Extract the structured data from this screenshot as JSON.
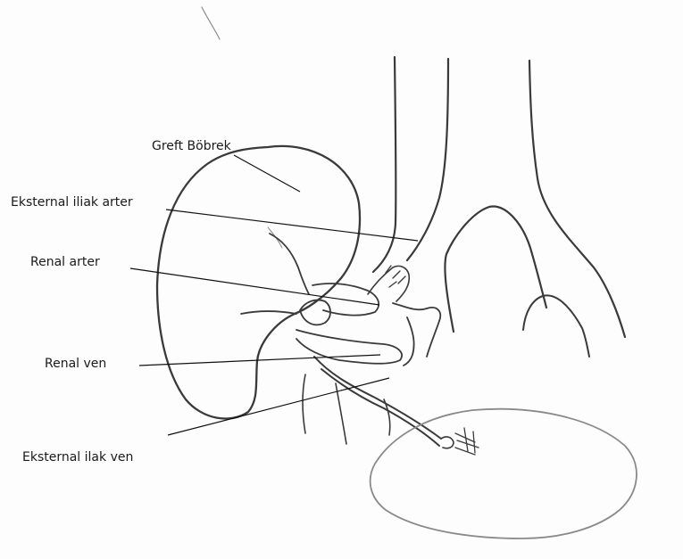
{
  "labels": {
    "graft_kidney": "Greft Böbrek",
    "external_iliac_artery": "Eksternal iliak arter",
    "renal_artery": "Renal arter",
    "renal_vein": "Renal ven",
    "external_iliac_vein": "Eksternal ilak ven"
  }
}
